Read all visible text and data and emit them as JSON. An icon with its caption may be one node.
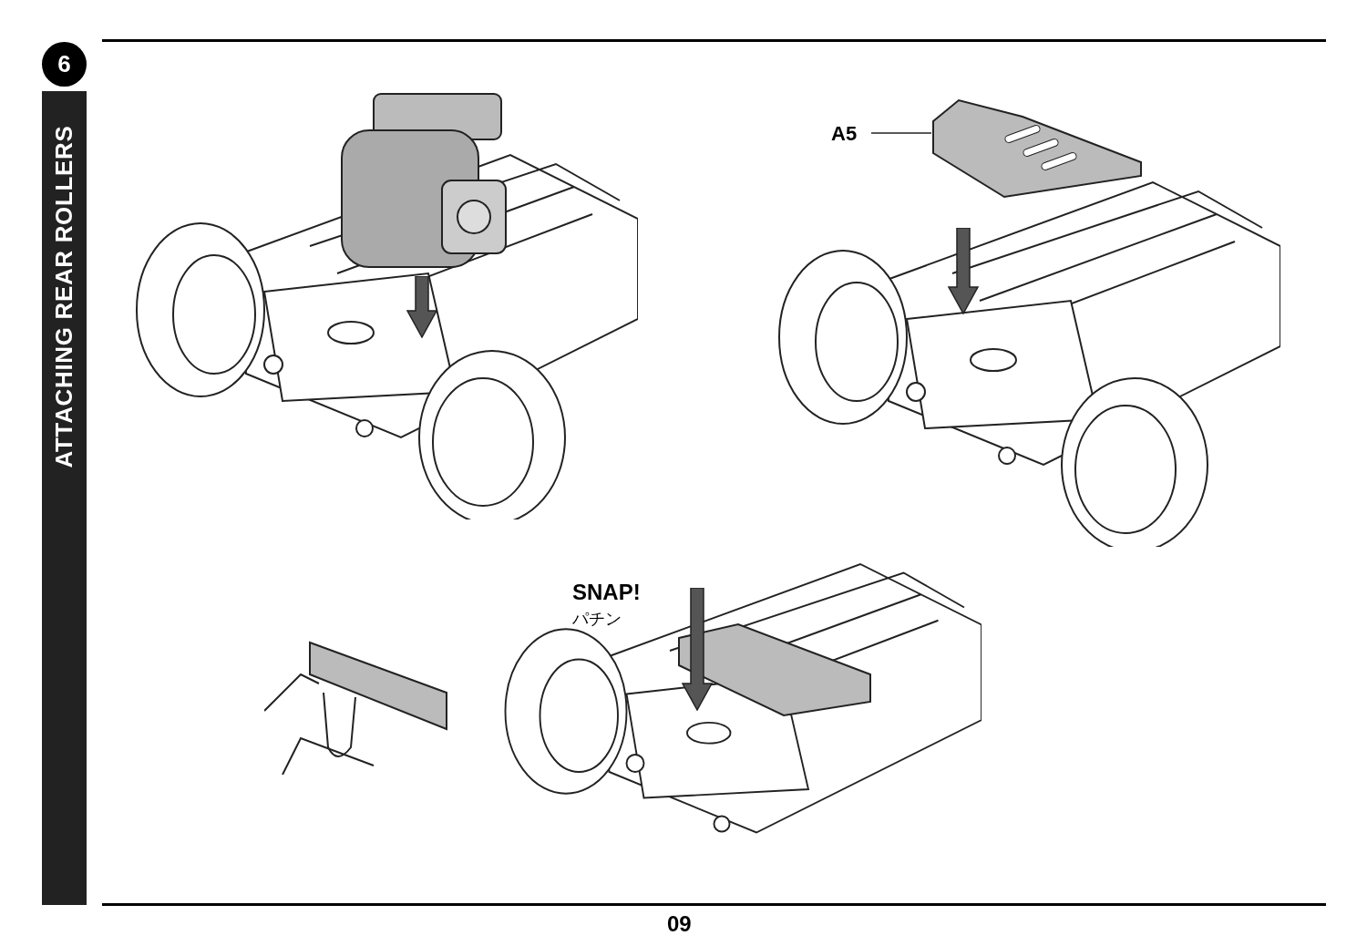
{
  "diagram": {
    "title": "ATTACHING REAR ROLLERS",
    "nodes": [
      {
        "text": [
          "A5"
        ]
      },
      {
        "text": [],
        "shape": "picture"
      }
    ],
    "edges": [
      {
        "from": 0,
        "to": 1,
        "arrow": "none"
      }
    ],
    "labels": [
      "6",
      "SNAP!",
      "パチン",
      "09"
    ]
  }
}
